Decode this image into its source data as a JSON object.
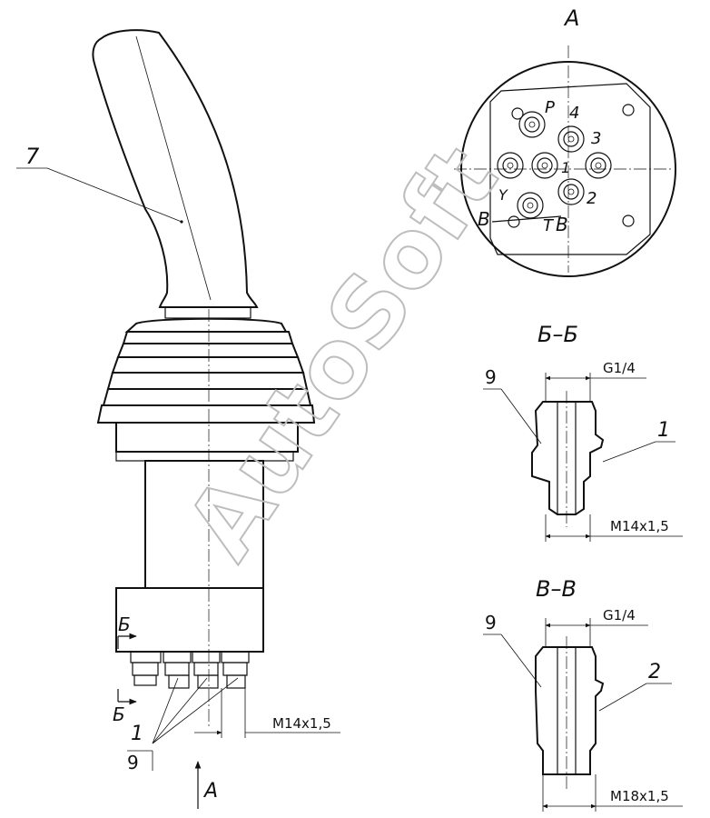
{
  "main_view": {
    "callout_handle": "7",
    "callout_fittings": "1",
    "callout_seals": "9",
    "section_mark_top": "Б",
    "section_mark_bottom": "Б",
    "view_arrow_label": "A",
    "thread_dimension": "M14x1,5"
  },
  "view_a": {
    "title": "A",
    "port_labels": [
      "P",
      "4",
      "3",
      "1",
      "2",
      "Y",
      "B",
      "T",
      "B"
    ]
  },
  "section_bb": {
    "title": "Б–Б",
    "callout_seal": "9",
    "callout_fitting": "1",
    "pipe_thread": "G1/4",
    "metric_thread": "M14x1,5"
  },
  "section_vv": {
    "title": "В–В",
    "callout_seal": "9",
    "callout_fitting": "2",
    "pipe_thread": "G1/4",
    "metric_thread": "M18x1,5"
  },
  "watermark": "AutoSoft"
}
